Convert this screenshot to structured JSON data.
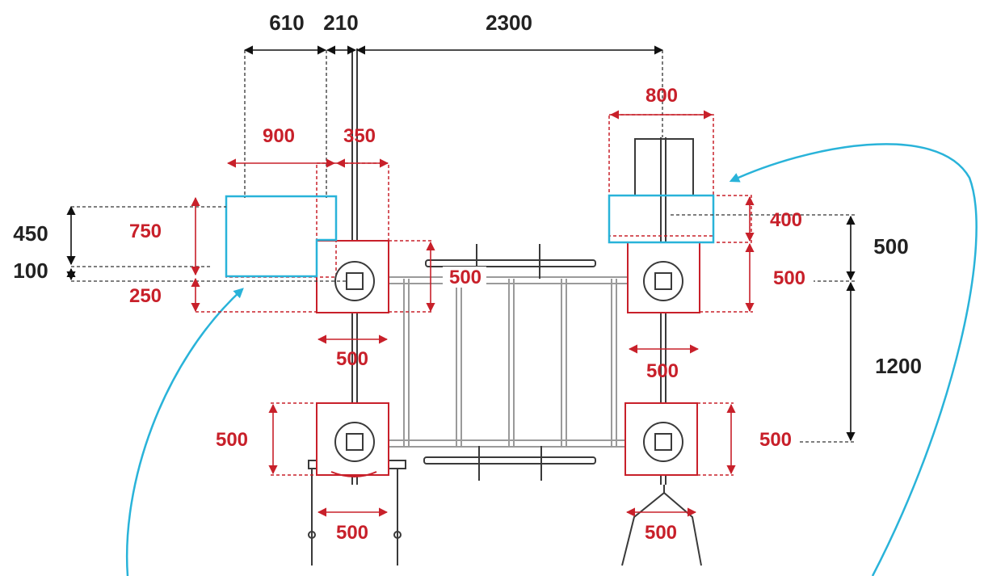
{
  "top_dimensions": {
    "d610": "610",
    "d210": "210",
    "d2300": "2300"
  },
  "left_dimensions": {
    "d450": "450",
    "d100": "100"
  },
  "right_dimensions": {
    "d500": "500",
    "d1200": "1200"
  },
  "red_labels": {
    "d900": "900",
    "d350": "350",
    "d750": "750",
    "d250": "250",
    "d500_mid": "500",
    "d500_left_bottom": "500",
    "d500_lower_left": "500",
    "d500_bottom_left": "500",
    "d800": "800",
    "d400": "400",
    "d500_right_top": "500",
    "d500_right_mid": "500",
    "d500_right_lower": "500",
    "d500_bottom_right": "500"
  },
  "colors": {
    "dimension_red": "#c8202a",
    "dimension_dark": "#222222",
    "arrow_cyan": "#29b3d9",
    "structure_gray": "#9a9a9a"
  }
}
